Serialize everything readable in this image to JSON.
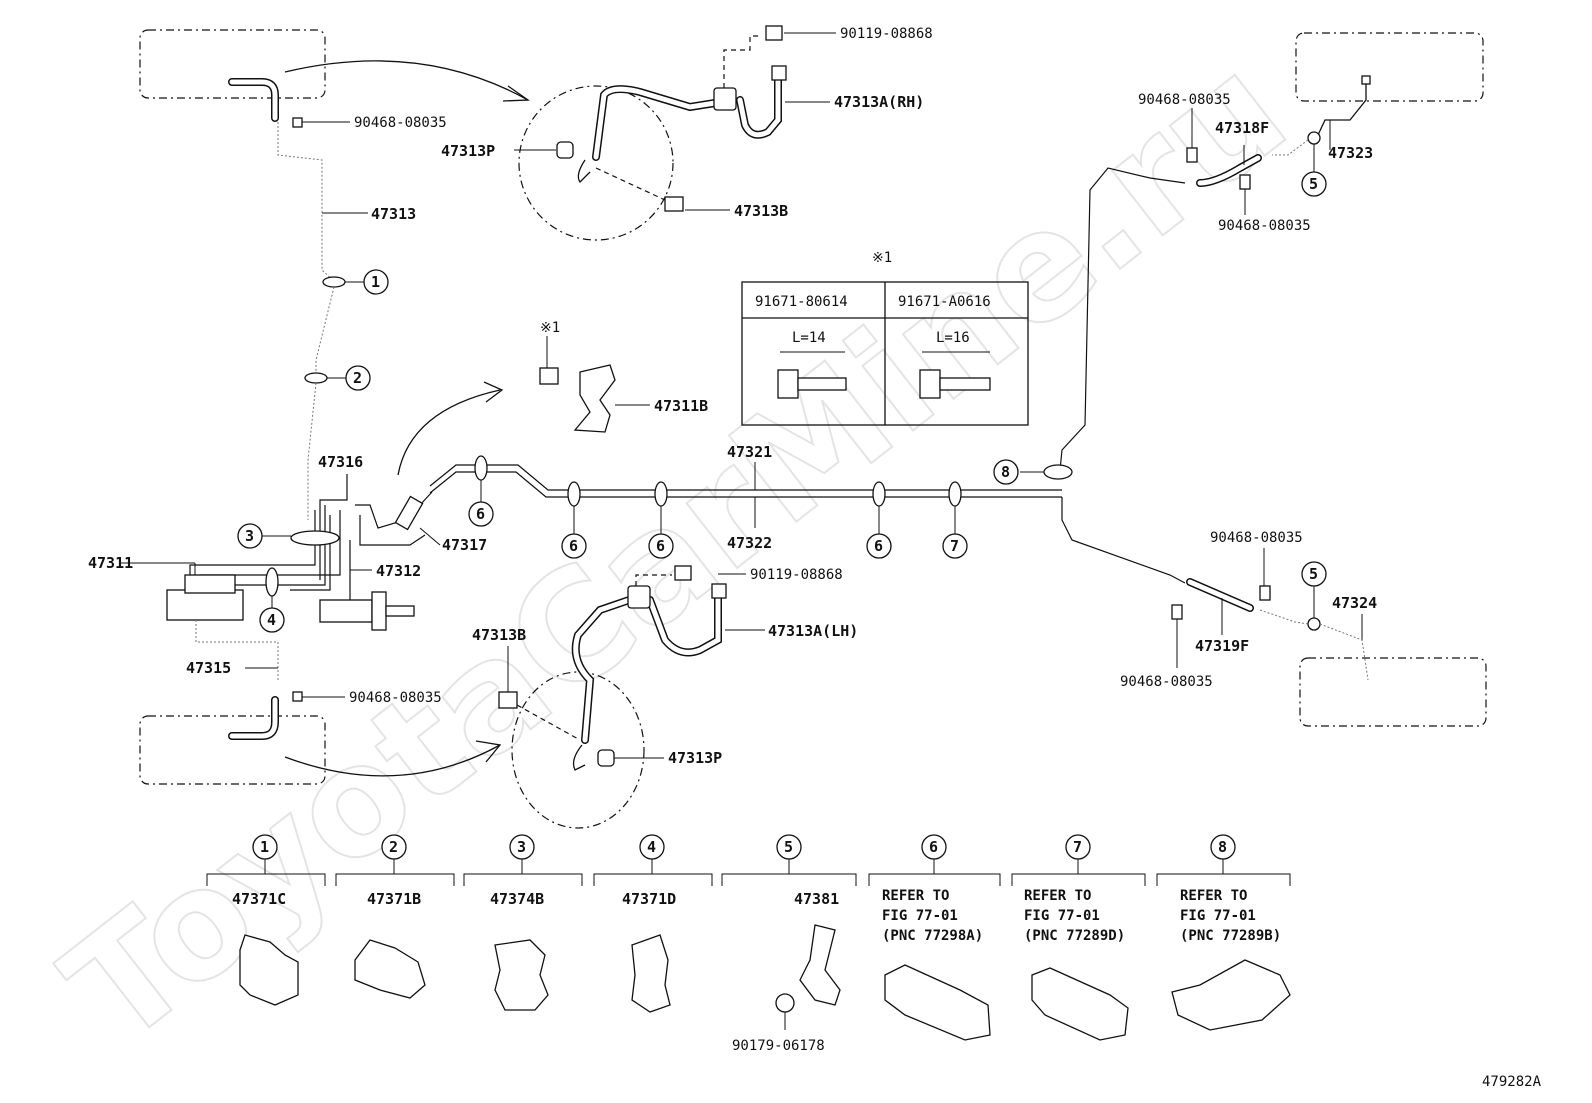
{
  "watermark": "ToyotaCarMine.ru",
  "diagram_id": "479282A",
  "labels": {
    "p90119_top": "90119-08868",
    "p47313A_RH": "47313A(RH)",
    "p90468_tl": "90468-08035",
    "p47313P_top": "47313P",
    "p47313": "47313",
    "p47313B_top": "47313B",
    "p90468_tr1": "90468-08035",
    "p47318F": "47318F",
    "p47323": "47323",
    "p90468_tr2": "90468-08035",
    "p47311B": "47311B",
    "p47316": "47316",
    "p47321": "47321",
    "p47317": "47317",
    "p47322": "47322",
    "p47311": "47311",
    "p47312": "47312",
    "p90119_mid": "90119-08868",
    "p47313B_bot": "47313B",
    "p47313A_LH": "47313A(LH)",
    "p47315": "47315",
    "p90468_bl": "90468-08035",
    "p47313P_bot": "47313P",
    "p90468_br1": "90468-08035",
    "p47324": "47324",
    "p47319F": "47319F",
    "p90468_br2": "90468-08035",
    "note_mark_table": "※1",
    "note_mark_bolt": "※1"
  },
  "bolt_table": {
    "col1": "91671-80614",
    "col2": "91671-A0616",
    "len1": "L=14",
    "len2": "L=16"
  },
  "callouts": [
    "1",
    "2",
    "3",
    "4",
    "5",
    "6",
    "7",
    "8"
  ],
  "diagram_callouts": {
    "c1": "1",
    "c2": "2",
    "c3": "3",
    "c4": "4",
    "c5a": "5",
    "c5b": "5",
    "c6a": "6",
    "c6b": "6",
    "c6c": "6",
    "c6d": "6",
    "c7": "7",
    "c8": "8"
  },
  "legend": {
    "g1": {
      "num": "1",
      "part": "47371C"
    },
    "g2": {
      "num": "2",
      "part": "47371B"
    },
    "g3": {
      "num": "3",
      "part": "47374B"
    },
    "g4": {
      "num": "4",
      "part": "47371D"
    },
    "g5": {
      "num": "5",
      "part": "47381",
      "sub": "90179-06178"
    },
    "g6": {
      "num": "6",
      "l1": "REFER TO",
      "l2": "FIG 77-01",
      "l3": "(PNC 77298A)"
    },
    "g7": {
      "num": "7",
      "l1": "REFER TO",
      "l2": "FIG 77-01",
      "l3": "(PNC 77289D)"
    },
    "g8": {
      "num": "8",
      "l1": "REFER TO",
      "l2": "FIG 77-01",
      "l3": "(PNC 77289B)"
    }
  }
}
